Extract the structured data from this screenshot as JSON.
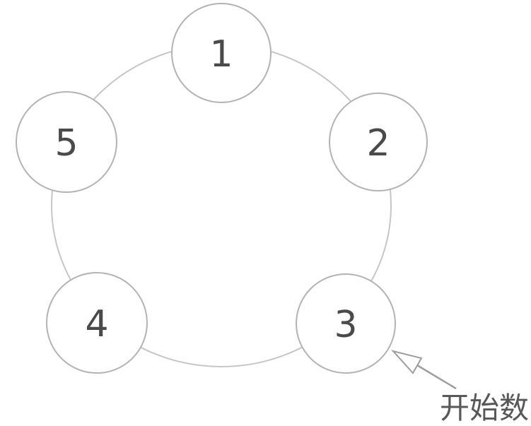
{
  "diagram": {
    "description": "circular-counting-diagram",
    "background": "#ffffff",
    "nodes": [
      {
        "label": "1"
      },
      {
        "label": "2"
      },
      {
        "label": "3"
      },
      {
        "label": "4"
      },
      {
        "label": "5"
      }
    ],
    "annotation": {
      "label": "开始数",
      "target_node": "3"
    },
    "colors": {
      "ring_stroke": "#c6c6c6",
      "node_stroke": "#b3b3b3",
      "node_fill": "#ffffff",
      "number_color": "#4a4a4a",
      "arrow_color": "#9e9e9e",
      "annotation_color": "#585858"
    }
  }
}
